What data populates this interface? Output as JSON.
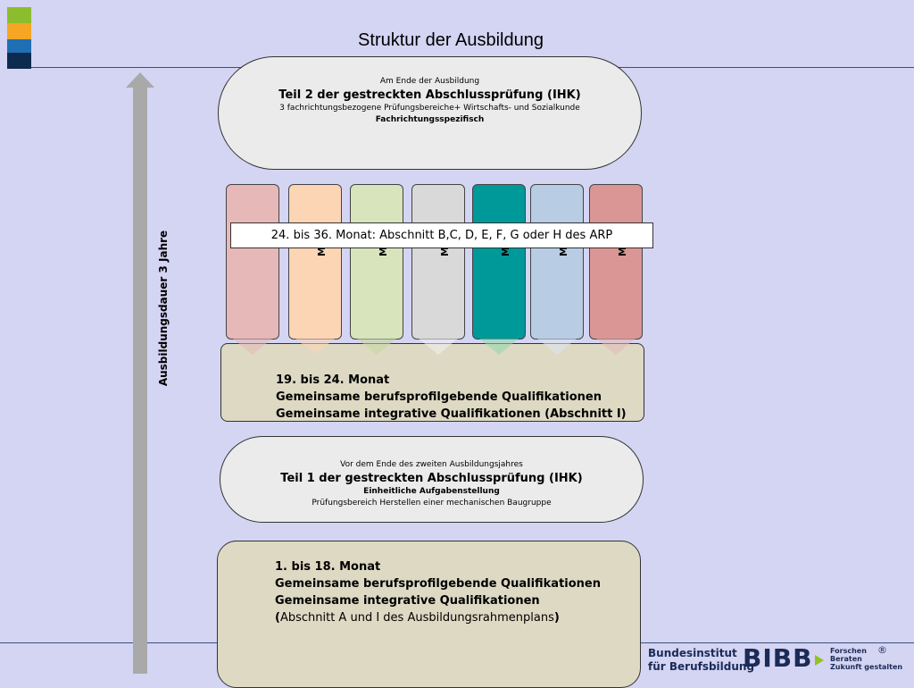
{
  "title": "Struktur der Ausbildung",
  "arrow_label": "Ausbildungsdauer 3 Jahre",
  "colors": {
    "squares": [
      "#8cbd2e",
      "#f5a623",
      "#1f6fb5",
      "#0d2b4e"
    ],
    "columns": [
      "#e6b8b7",
      "#fcd5b4",
      "#d8e4bc",
      "#d9d9d9",
      "#009999",
      "#b8cce4",
      "#da9694"
    ]
  },
  "part2": {
    "line1": "Am Ende der Ausbildung",
    "line2": "Teil 2 der gestreckten Abschlussprüfung (IHK)",
    "line3": "3 fachrichtungsbezogene Prüfungsbereiche+ Wirtschafts- und Sozialkunde",
    "line4": "Fachrichtungsspezifisch"
  },
  "columns": {
    "labels": [
      "",
      "Mona",
      "Mona",
      "Mona",
      "Mona",
      "Mona",
      "Mona"
    ]
  },
  "banner": "24. bis 36. Monat: Abschnitt B,C, D, E, F, G oder H des ARP",
  "phase2": {
    "line1": "19. bis 24. Monat",
    "line2": "Gemeinsame berufsprofilgebende Qualifikationen",
    "line3": "Gemeinsame integrative Qualifikationen (Abschnitt I)"
  },
  "part1": {
    "line1": "Vor dem Ende des zweiten Ausbildungsjahres",
    "line2": "Teil 1 der gestreckten Abschlussprüfung (IHK)",
    "line3": "Einheitliche Aufgabenstellung",
    "line4": "Prüfungsbereich Herstellen einer mechanischen Baugruppe"
  },
  "phase1": {
    "line1": "1. bis 18. Monat",
    "line2": "Gemeinsame berufsprofilgebende Qualifikationen",
    "line3": "Gemeinsame integrative Qualifikationen",
    "line4_open": "(",
    "line4_text": "Abschnitt A und I  des Ausbildungsrahmenplans",
    "line4_close": ")"
  },
  "logo": {
    "name_line1": "Bundesinstitut",
    "name_line2": "für Berufsbildung",
    "mark": "BIBB",
    "tag1": "Forschen",
    "tag2": "Beraten",
    "tag3": "Zukunft gestalten",
    "reg": "®"
  }
}
